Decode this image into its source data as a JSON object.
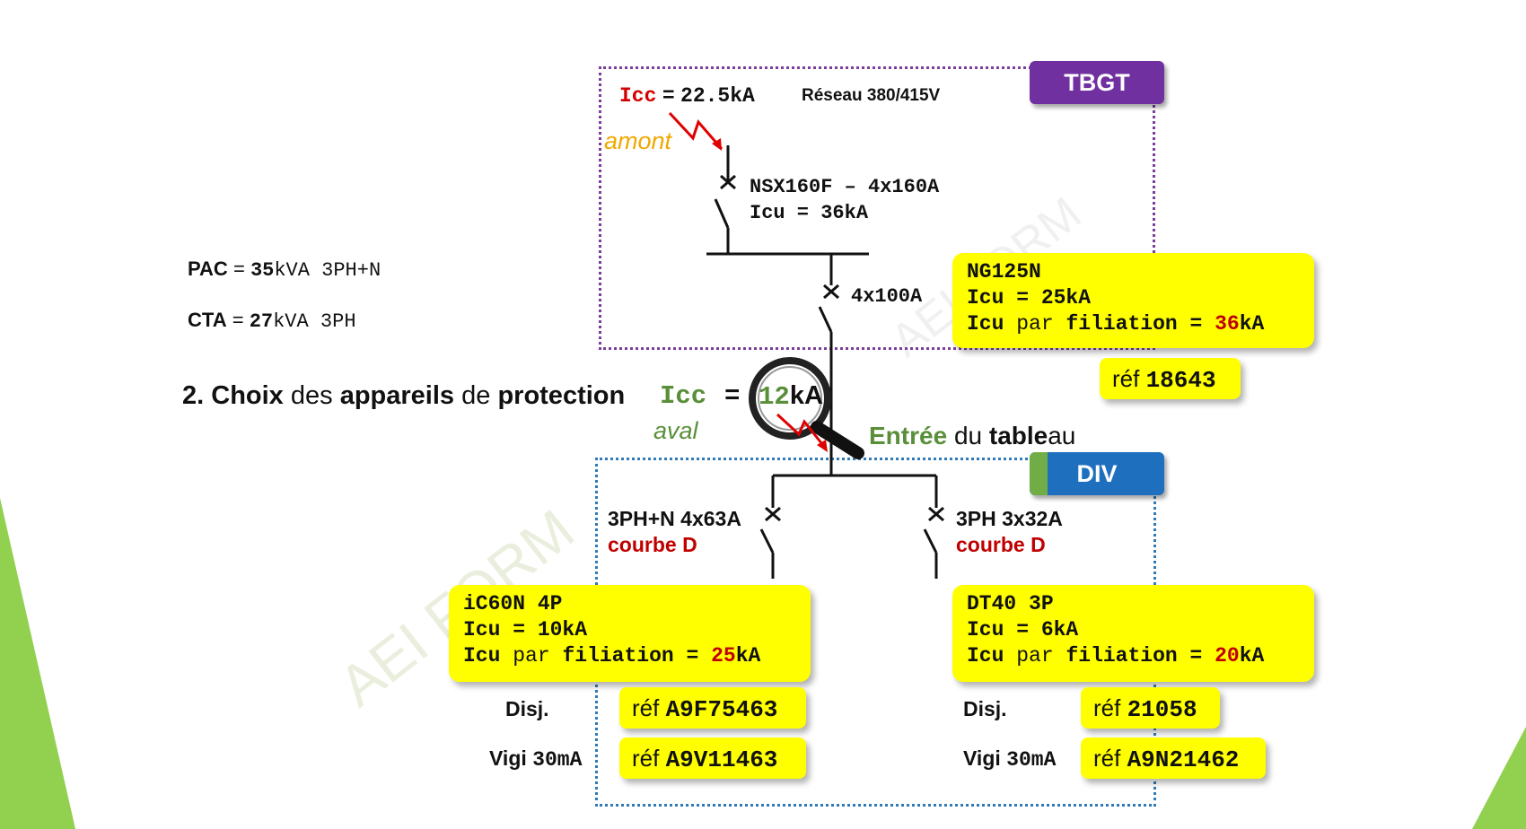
{
  "colors": {
    "tbgt_tag": "#7030a0",
    "div_tag": "#1f6fbf",
    "highlight_box": "#ffff00",
    "accent_green": "#5a8f3a",
    "deco_green": "#92d050",
    "red": "#d40000"
  },
  "left_info": {
    "pac": {
      "label": "PAC",
      "eq": "=",
      "value": "35",
      "unit": "kVA 3PH+N"
    },
    "cta": {
      "label": "CTA",
      "eq": "=",
      "value": "27",
      "unit": "kVA 3PH"
    }
  },
  "heading": {
    "number": "2.",
    "w1": "Choix",
    "w2": "des",
    "w3": "appareils",
    "w4": "de",
    "w5": "protection",
    "icc": "Icc",
    "eq": "=",
    "value": "12",
    "unit": "kA",
    "aval": "aval"
  },
  "tbgt": {
    "tag": "TBGT",
    "icc_label": "Icc",
    "icc_eq": "=",
    "icc_value": "22.5kA",
    "network": "Réseau 380/415V",
    "amont": "amont",
    "breaker_main": {
      "line1": "NSX160F – 4x160A",
      "line2": "Icu = 36kA"
    },
    "breaker_feed": "4x100A",
    "ng_box": {
      "line1": "NG125N",
      "line2": "Icu = 25kA",
      "line3_prefix": "Icu",
      "line3_par": "par",
      "line3_fil": "filiation =",
      "line3_value": "36",
      "line3_unit": "kA"
    },
    "ng_ref": {
      "prefix": "réf",
      "number": "18643"
    }
  },
  "entree": {
    "w1": "Entrée",
    "w2": "du",
    "w3": "table",
    "w4": "au"
  },
  "div": {
    "tag": "DIV",
    "left_branch": {
      "line1": "3PH+N 4x63A",
      "line2": "courbe D"
    },
    "right_branch": {
      "line1": "3PH 3x32A",
      "line2": "courbe D"
    },
    "ic60_box": {
      "line1": "iC60N 4P",
      "line2": "Icu = 10kA",
      "line3_prefix": "Icu",
      "line3_par": "par",
      "line3_fil": "filiation =",
      "line3_value": "25",
      "line3_unit": "kA"
    },
    "dt40_box": {
      "line1": "DT40 3P",
      "line2": "Icu = 6kA",
      "line3_prefix": "Icu",
      "line3_par": "par",
      "line3_fil": "filiation =",
      "line3_value": "20",
      "line3_unit": "kA"
    },
    "left_disj": {
      "label": "Disj.",
      "ref_prefix": "réf",
      "ref": "A9F75463"
    },
    "left_vigi": {
      "label": "Vigi",
      "label_suffix": "30mA",
      "ref_prefix": "réf",
      "ref": "A9V11463"
    },
    "right_disj": {
      "label": "Disj.",
      "ref_prefix": "réf",
      "ref": "21058"
    },
    "right_vigi": {
      "label": "Vigi",
      "label_suffix": "30mA",
      "ref_prefix": "réf",
      "ref": "A9N21462"
    }
  },
  "watermark": "AEI FORM",
  "icons": {
    "magnifier": "magnifier-icon",
    "fault": "lightning-fault-icon"
  }
}
